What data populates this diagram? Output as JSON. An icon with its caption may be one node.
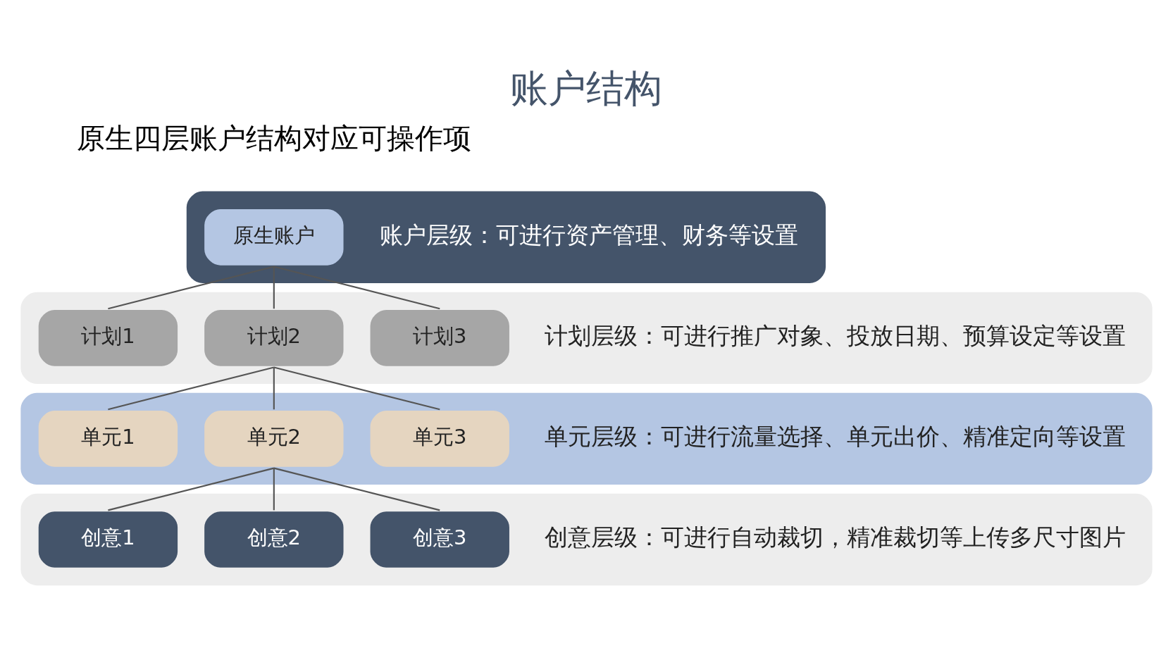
{
  "diagram": {
    "title": "账户结构",
    "nodes": [
      {
        "text": [
          "账户层级：可进行资产管理、财务等设置"
        ]
      },
      {
        "text": [
          "原生账户"
        ],
        "in": 0
      },
      {
        "text": [
          "计划层级：可进行推广对象、投放日期、预算设定等设置"
        ]
      },
      {
        "text": [
          "计划1"
        ],
        "in": 2
      },
      {
        "text": [
          "计划2"
        ],
        "in": 2
      },
      {
        "text": [
          "计划3"
        ],
        "in": 2
      },
      {
        "text": [
          "单元层级：可进行流量选择、单元出价、精准定向等设置"
        ]
      },
      {
        "text": [
          "单元1"
        ],
        "in": 6
      },
      {
        "text": [
          "单元2"
        ],
        "in": 6
      },
      {
        "text": [
          "单元3"
        ],
        "in": 6
      },
      {
        "text": [
          "创意层级：可进行自动裁切，精准裁切等上传多尺寸图片"
        ]
      },
      {
        "text": [
          "创意1"
        ],
        "in": 10
      },
      {
        "text": [
          "创意2"
        ],
        "in": 10
      },
      {
        "text": [
          "创意3"
        ],
        "in": 10
      }
    ],
    "edges": [
      {
        "from": 1,
        "to": 3,
        "arrow": "none"
      },
      {
        "from": 1,
        "to": 4,
        "arrow": "none"
      },
      {
        "from": 1,
        "to": 5,
        "arrow": "none"
      },
      {
        "from": 4,
        "to": 7,
        "arrow": "none"
      },
      {
        "from": 4,
        "to": 8,
        "arrow": "none"
      },
      {
        "from": 4,
        "to": 9,
        "arrow": "none"
      },
      {
        "from": 8,
        "to": 11,
        "arrow": "none"
      },
      {
        "from": 8,
        "to": 12,
        "arrow": "none"
      },
      {
        "from": 8,
        "to": 13,
        "arrow": "none"
      }
    ],
    "labels": [
      "原生四层账户结构对应可操作项"
    ]
  }
}
